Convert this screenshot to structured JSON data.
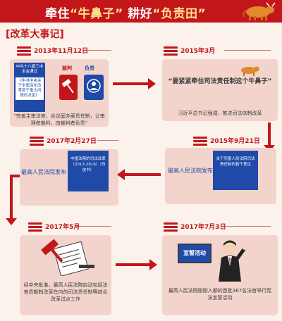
{
  "banner": {
    "title_part1": "牵住",
    "title_quote1": "“牛鼻子”",
    "title_part2": "耕好",
    "title_quote2": "“负责田”"
  },
  "section": {
    "title": "[改革大事记]"
  },
  "events": [
    {
      "date": "2013年11月12日",
      "doc_header": "中共十八届三中全会通过",
      "doc_title": "《中共中央关于全面深化改革若干重大问题的决定》",
      "label_judge": "裁判",
      "label_responsible": "负责",
      "caption": "“完善主审法官、合议庭办案责任制，让审理者裁判、由裁判者负责”"
    },
    {
      "date": "2015年3月",
      "quote": "“要紧紧牵住司法责任制这个牛鼻子”",
      "caption": "习近平总书记强调，推进司法体制改革"
    },
    {
      "date": "2015年9月21日",
      "publisher": "最高人民法院发布",
      "doc_title": "关于完善人民法院司法责任制的若干意见"
    },
    {
      "date": "2017年2月27日",
      "publisher": "最高人民法院发布",
      "doc_title": "中国法院的司法改革（2013-2016）（白皮书）"
    },
    {
      "date": "2017年5月",
      "caption": "经中央批准，最高人民法院启动包括法官员额制改革在内的司法责任制等综合改革试点工作"
    },
    {
      "date": "2017年7月3日",
      "board_text": "宣誓活动",
      "caption": "最高人民法院刚刚入额的首批367名法官举行宪法宣誓活动"
    }
  ],
  "colors": {
    "red": "#c3161b",
    "blue": "#1f4aa8",
    "card": "#f2d4cc",
    "bg": "#fbf2ec"
  }
}
